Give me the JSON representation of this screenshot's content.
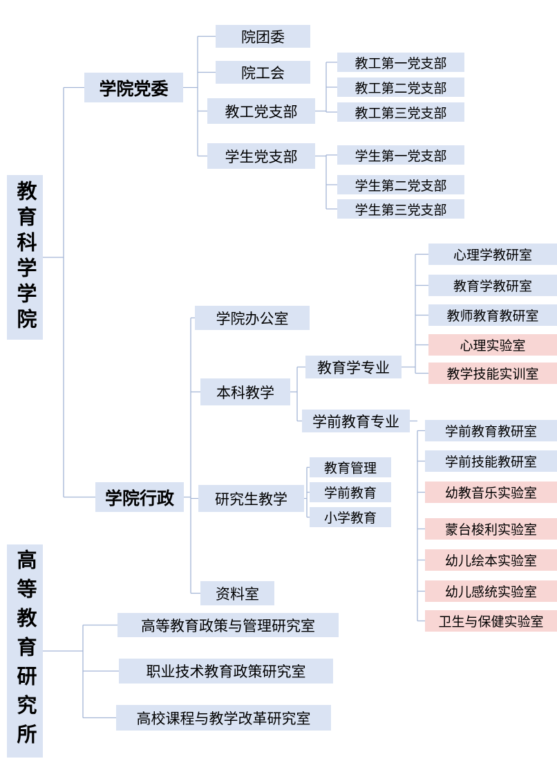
{
  "colors": {
    "node_fill": "#dae3f3",
    "lab_fill": "#f8d6d4",
    "line": "#a3b5d6",
    "text": "#000000"
  },
  "org": {
    "college": {
      "label": "教育科学学院",
      "branches": [
        {
          "label": "学院党委",
          "children": [
            {
              "label": "院团委"
            },
            {
              "label": "院工会"
            },
            {
              "label": "教工党支部",
              "children": [
                {
                  "label": "教工第一党支部"
                },
                {
                  "label": "教工第二党支部"
                },
                {
                  "label": "教工第三党支部"
                }
              ]
            },
            {
              "label": "学生党支部",
              "children": [
                {
                  "label": "学生第一党支部"
                },
                {
                  "label": "学生第二党支部"
                },
                {
                  "label": "学生第三党支部"
                }
              ]
            }
          ]
        },
        {
          "label": "学院行政",
          "children": [
            {
              "label": "学院办公室"
            },
            {
              "label": "本科教学",
              "children": [
                {
                  "label": "教育学专业",
                  "children": [
                    {
                      "label": "心理学教研室",
                      "type": "office"
                    },
                    {
                      "label": "教育学教研室",
                      "type": "office"
                    },
                    {
                      "label": "教师教育教研室",
                      "type": "office"
                    },
                    {
                      "label": "心理实验室",
                      "type": "lab"
                    },
                    {
                      "label": "教学技能实训室",
                      "type": "lab"
                    }
                  ]
                },
                {
                  "label": "学前教育专业",
                  "children": [
                    {
                      "label": "学前教育教研室",
                      "type": "office"
                    },
                    {
                      "label": "学前技能教研室",
                      "type": "office"
                    },
                    {
                      "label": "幼教音乐实验室",
                      "type": "lab"
                    },
                    {
                      "label": "蒙台梭利实验室",
                      "type": "lab"
                    },
                    {
                      "label": "幼儿绘本实验室",
                      "type": "lab"
                    },
                    {
                      "label": "幼儿感统实验室",
                      "type": "lab"
                    },
                    {
                      "label": "卫生与保健实验室",
                      "type": "lab"
                    }
                  ]
                }
              ]
            },
            {
              "label": "研究生教学",
              "children": [
                {
                  "label": "教育管理"
                },
                {
                  "label": "学前教育"
                },
                {
                  "label": "小学教育"
                }
              ]
            },
            {
              "label": "资料室"
            }
          ]
        }
      ]
    },
    "institute": {
      "label": "高等教育研究所",
      "children": [
        {
          "label": "高等教育政策与管理研究室"
        },
        {
          "label": "职业技术教育政策研究室"
        },
        {
          "label": "高校课程与教学改革研究室"
        }
      ]
    }
  }
}
